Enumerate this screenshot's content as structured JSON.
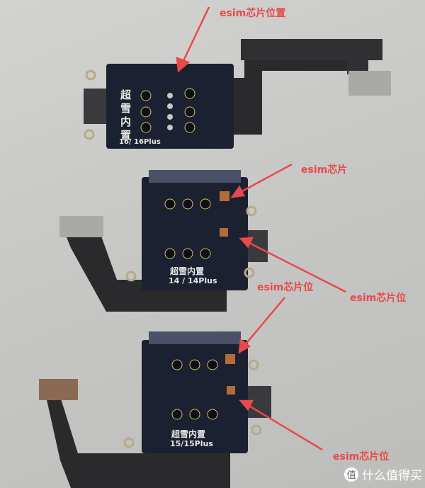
{
  "annotations": {
    "top": "esim芯片位置",
    "middle_chip": "esim芯片",
    "middle_left": "esim芯片位",
    "middle_right": "esim芯片位",
    "bottom": "esim芯片位"
  },
  "boards": [
    {
      "brand": "超雪内置",
      "model": "16/ 16Plus"
    },
    {
      "brand": "超雪内置",
      "model": "14 / 14Plus"
    },
    {
      "brand": "超雪内置",
      "model": "15/15Plus"
    }
  ],
  "watermark": {
    "logo": "值",
    "text": "什么值得买"
  },
  "colors": {
    "annotation": "#e8494a",
    "board": "#1b2130",
    "flex": "#2a2a2c"
  }
}
